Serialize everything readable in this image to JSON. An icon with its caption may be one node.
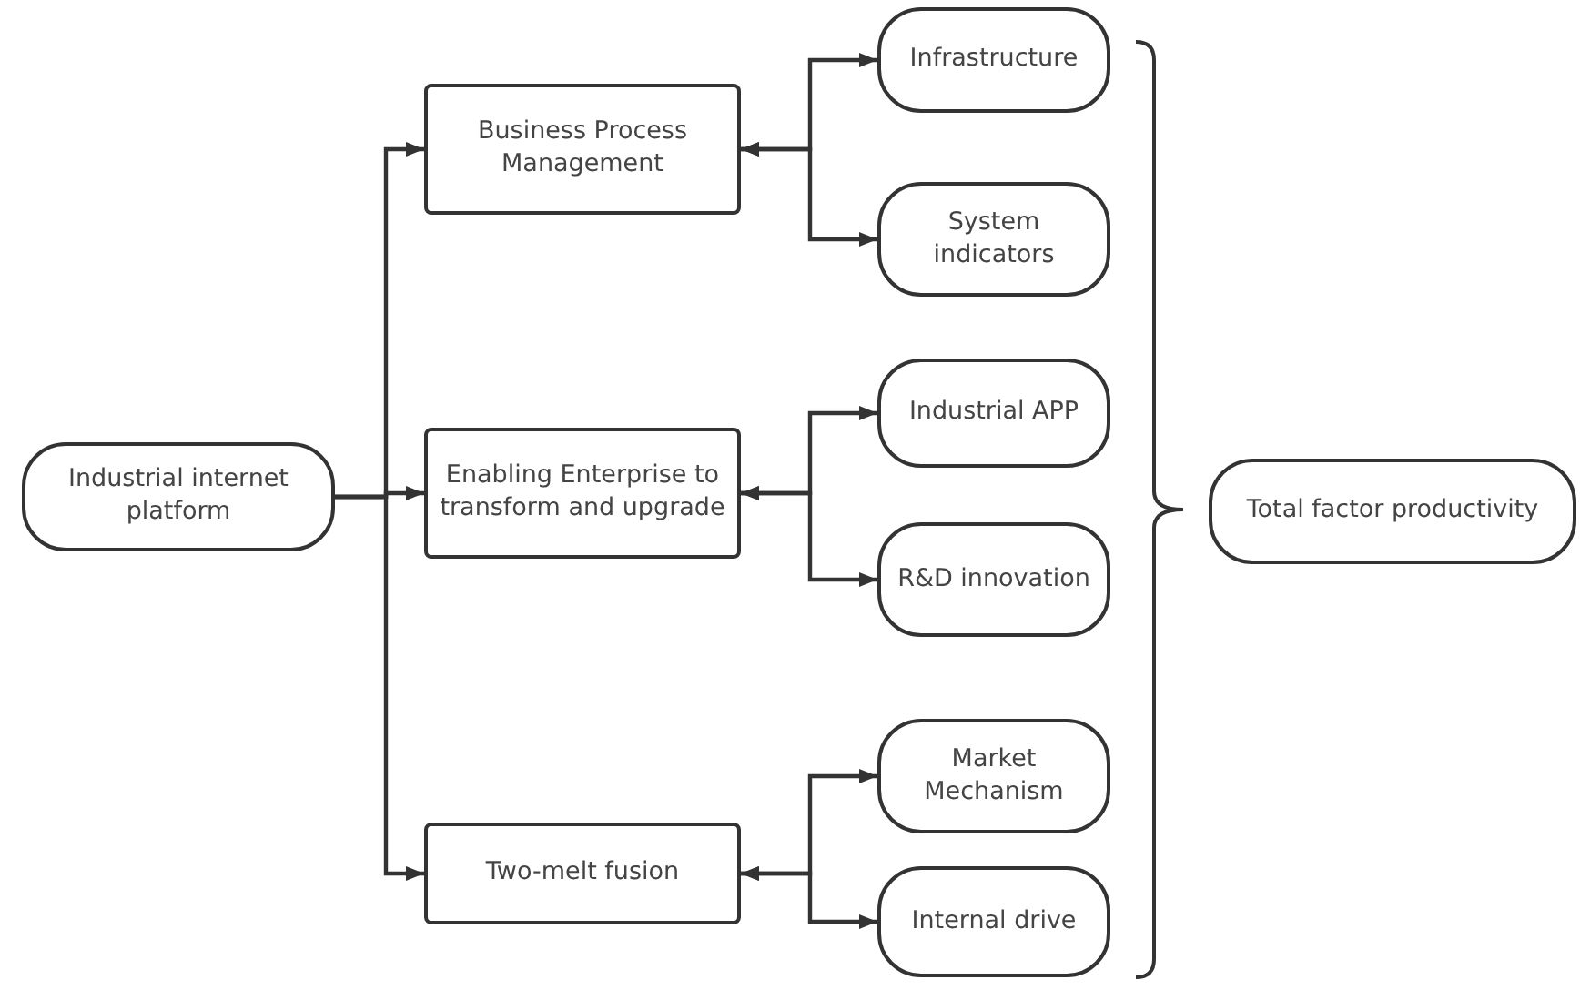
{
  "diagram": {
    "nodes": [
      {
        "text": [
          "Industrial internet platform"
        ]
      },
      {
        "text": [
          "Business Process Management"
        ]
      },
      {
        "text": [
          "Infrastructure"
        ]
      },
      {
        "text": [
          "System indicators"
        ]
      },
      {
        "text": [
          "Enabling Enterprise to transform and upgrade"
        ]
      },
      {
        "text": [
          "Industrial APP"
        ]
      },
      {
        "text": [
          "R&D innovation"
        ]
      },
      {
        "text": [
          "Two-melt fusion"
        ]
      },
      {
        "text": [
          "Market Mechanism"
        ]
      },
      {
        "text": [
          "Internal drive"
        ]
      },
      {
        "text": [
          "Total factor productivity"
        ]
      }
    ],
    "edges": [
      {
        "from": 0,
        "to": 1,
        "arrow": "to"
      },
      {
        "from": 0,
        "to": 4,
        "arrow": "to"
      },
      {
        "from": 0,
        "to": 7,
        "arrow": "to"
      },
      {
        "from": 1,
        "to": 2,
        "arrow": "both"
      },
      {
        "from": 1,
        "to": 3,
        "arrow": "both"
      },
      {
        "from": 4,
        "to": 5,
        "arrow": "both"
      },
      {
        "from": 4,
        "to": 6,
        "arrow": "both"
      },
      {
        "from": 7,
        "to": 8,
        "arrow": "both"
      },
      {
        "from": 7,
        "to": 9,
        "arrow": "both"
      }
    ]
  }
}
